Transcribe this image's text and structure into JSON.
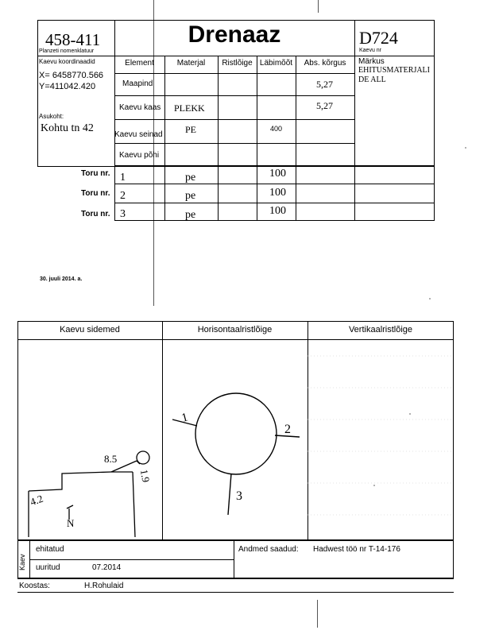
{
  "header": {
    "nomenclature_value": "458-411",
    "nomenclature_label": "Planzeti nomenklatuur",
    "title": "Drenaaz",
    "well_number": "D724",
    "well_number_label": "Kaevu nr"
  },
  "coords": {
    "label": "Kaevu koordinaadid",
    "x": "X= 6458770.566",
    "y": "Y=411042.420",
    "location_label": "Asukoht:",
    "location_value": "Kohtu tn 42"
  },
  "table": {
    "headers": [
      "Element",
      "Materjal",
      "Ristlõige",
      "Läbimõõt",
      "Abs. kõrgus"
    ],
    "remarks_label": "Märkus",
    "remarks_value": "EHITUSMATERJALI DE ALL",
    "rows": [
      {
        "element": "Maapind",
        "material": "",
        "cross": "",
        "diameter": "",
        "height": "5,27"
      },
      {
        "element": "Kaevu kaas",
        "material": "PLEKK",
        "cross": "",
        "diameter": "",
        "height": "5,27"
      },
      {
        "element": "Kaevu seinad",
        "material": "PE",
        "cross": "",
        "diameter": "400",
        "height": ""
      },
      {
        "element": "Kaevu põhi",
        "material": "",
        "cross": "",
        "diameter": "",
        "height": ""
      }
    ],
    "pipes": [
      {
        "label": "Toru nr.",
        "number": "1",
        "material": "pe",
        "diameter": "100"
      },
      {
        "label": "Toru nr.",
        "number": "2",
        "material": "pe",
        "diameter": "100"
      },
      {
        "label": "Toru nr.",
        "number": "3",
        "material": "pe",
        "diameter": "100"
      }
    ]
  },
  "date": "30. juuli 2014. a.",
  "sections": {
    "connections": "Kaevu sidemed",
    "horizontal": "Horisontaalristlõige",
    "vertical": "Vertikaalristlõige"
  },
  "sketch": {
    "left_labels": [
      "8.5",
      "1.9",
      "4.2",
      "N"
    ],
    "circle_labels": [
      "1",
      "2",
      "3"
    ]
  },
  "footer": {
    "kaev_label": "Kaev",
    "built_label": "ehitatud",
    "inspected_label": "uuritud",
    "inspected_date": "07.2014",
    "data_source_label": "Andmed saadud:",
    "data_source_value": "Hadwest töö nr T-14-176",
    "compiled_label": "Koostas:",
    "compiled_value": "H.Rohulaid"
  }
}
